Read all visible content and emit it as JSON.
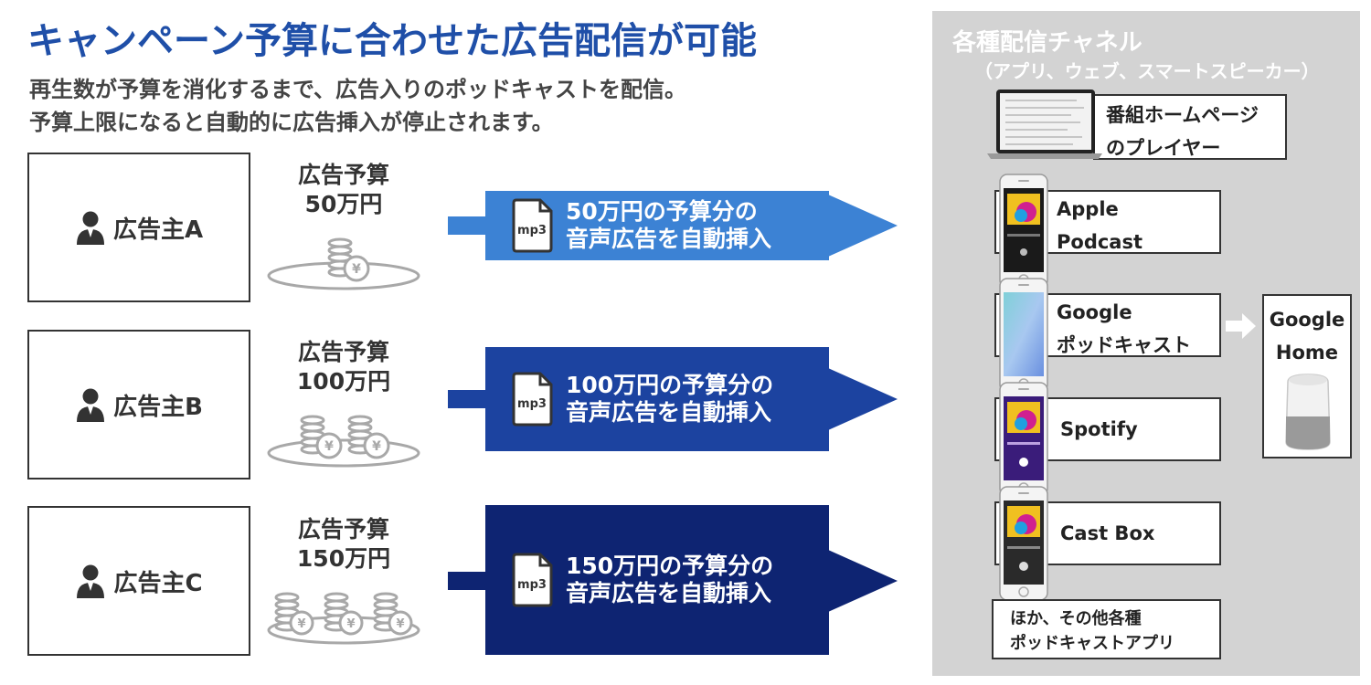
{
  "header": {
    "title": "キャンペーン予算に合わせた広告配信が可能",
    "line1": "再生数が予算を消化するまで、広告入りのポッドキャストを配信。",
    "line2": "予算上限になると自動的に広告挿入が停止されます。"
  },
  "rows": [
    {
      "advertiser": "広告主A",
      "budget_label": "広告予算",
      "budget_amount": "50万円",
      "coin_stacks": 1,
      "box_line1": "50万円の予算分の",
      "box_line2": "音声広告を自動挿入",
      "box_color": "#3c82d4",
      "file_label": "mp3"
    },
    {
      "advertiser": "広告主B",
      "budget_label": "広告予算",
      "budget_amount": "100万円",
      "coin_stacks": 2,
      "box_line1": "100万円の予算分の",
      "box_line2": "音声広告を自動挿入",
      "box_color": "#1c43a0",
      "file_label": "mp3"
    },
    {
      "advertiser": "広告主C",
      "budget_label": "広告予算",
      "budget_amount": "150万円",
      "coin_stacks": 3,
      "box_line1": "150万円の予算分の",
      "box_line2": "音声広告を自動挿入",
      "box_color": "#0e2472",
      "file_label": "mp3"
    }
  ],
  "channels_panel": {
    "title": "各種配信チャネル",
    "subtitle": "（アプリ、ウェブ、スマートスピーカー）",
    "channels": [
      {
        "line1": "番組ホームページ",
        "line2": "のプレイヤー",
        "device": "laptop-icon"
      },
      {
        "line1": "Apple",
        "line2": "Podcast",
        "device": "phone-icon"
      },
      {
        "line1": "Google",
        "line2": "ポッドキャスト",
        "device": "phone-icon"
      },
      {
        "line1": "Spotify",
        "line2": "",
        "device": "phone-icon"
      },
      {
        "line1": "Cast Box",
        "line2": "",
        "device": "phone-icon"
      },
      {
        "line1": "ほか、その他各種",
        "line2": "ポッドキャストアプリ",
        "device": ""
      }
    ],
    "speaker": {
      "line1": "Google",
      "line2": "Home",
      "device": "smart-speaker-icon"
    }
  },
  "colors": {
    "title": "#1f4fa8",
    "panel": "#d3d3d3",
    "coin": "#a8a8a8"
  }
}
